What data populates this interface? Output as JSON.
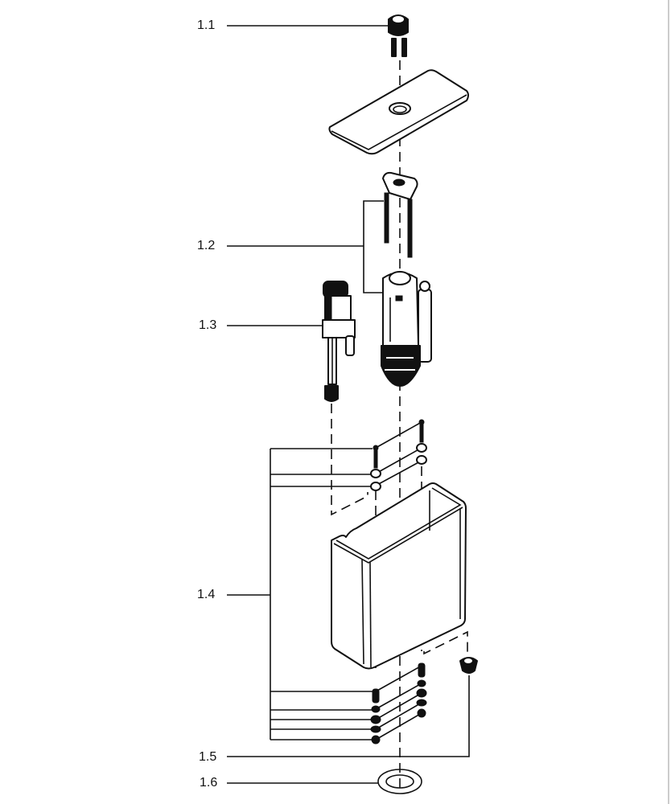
{
  "diagram": {
    "type": "exploded parts view",
    "labels": [
      "1.1",
      "1.2",
      "1.3",
      "1.4",
      "1.5",
      "1.6"
    ]
  }
}
